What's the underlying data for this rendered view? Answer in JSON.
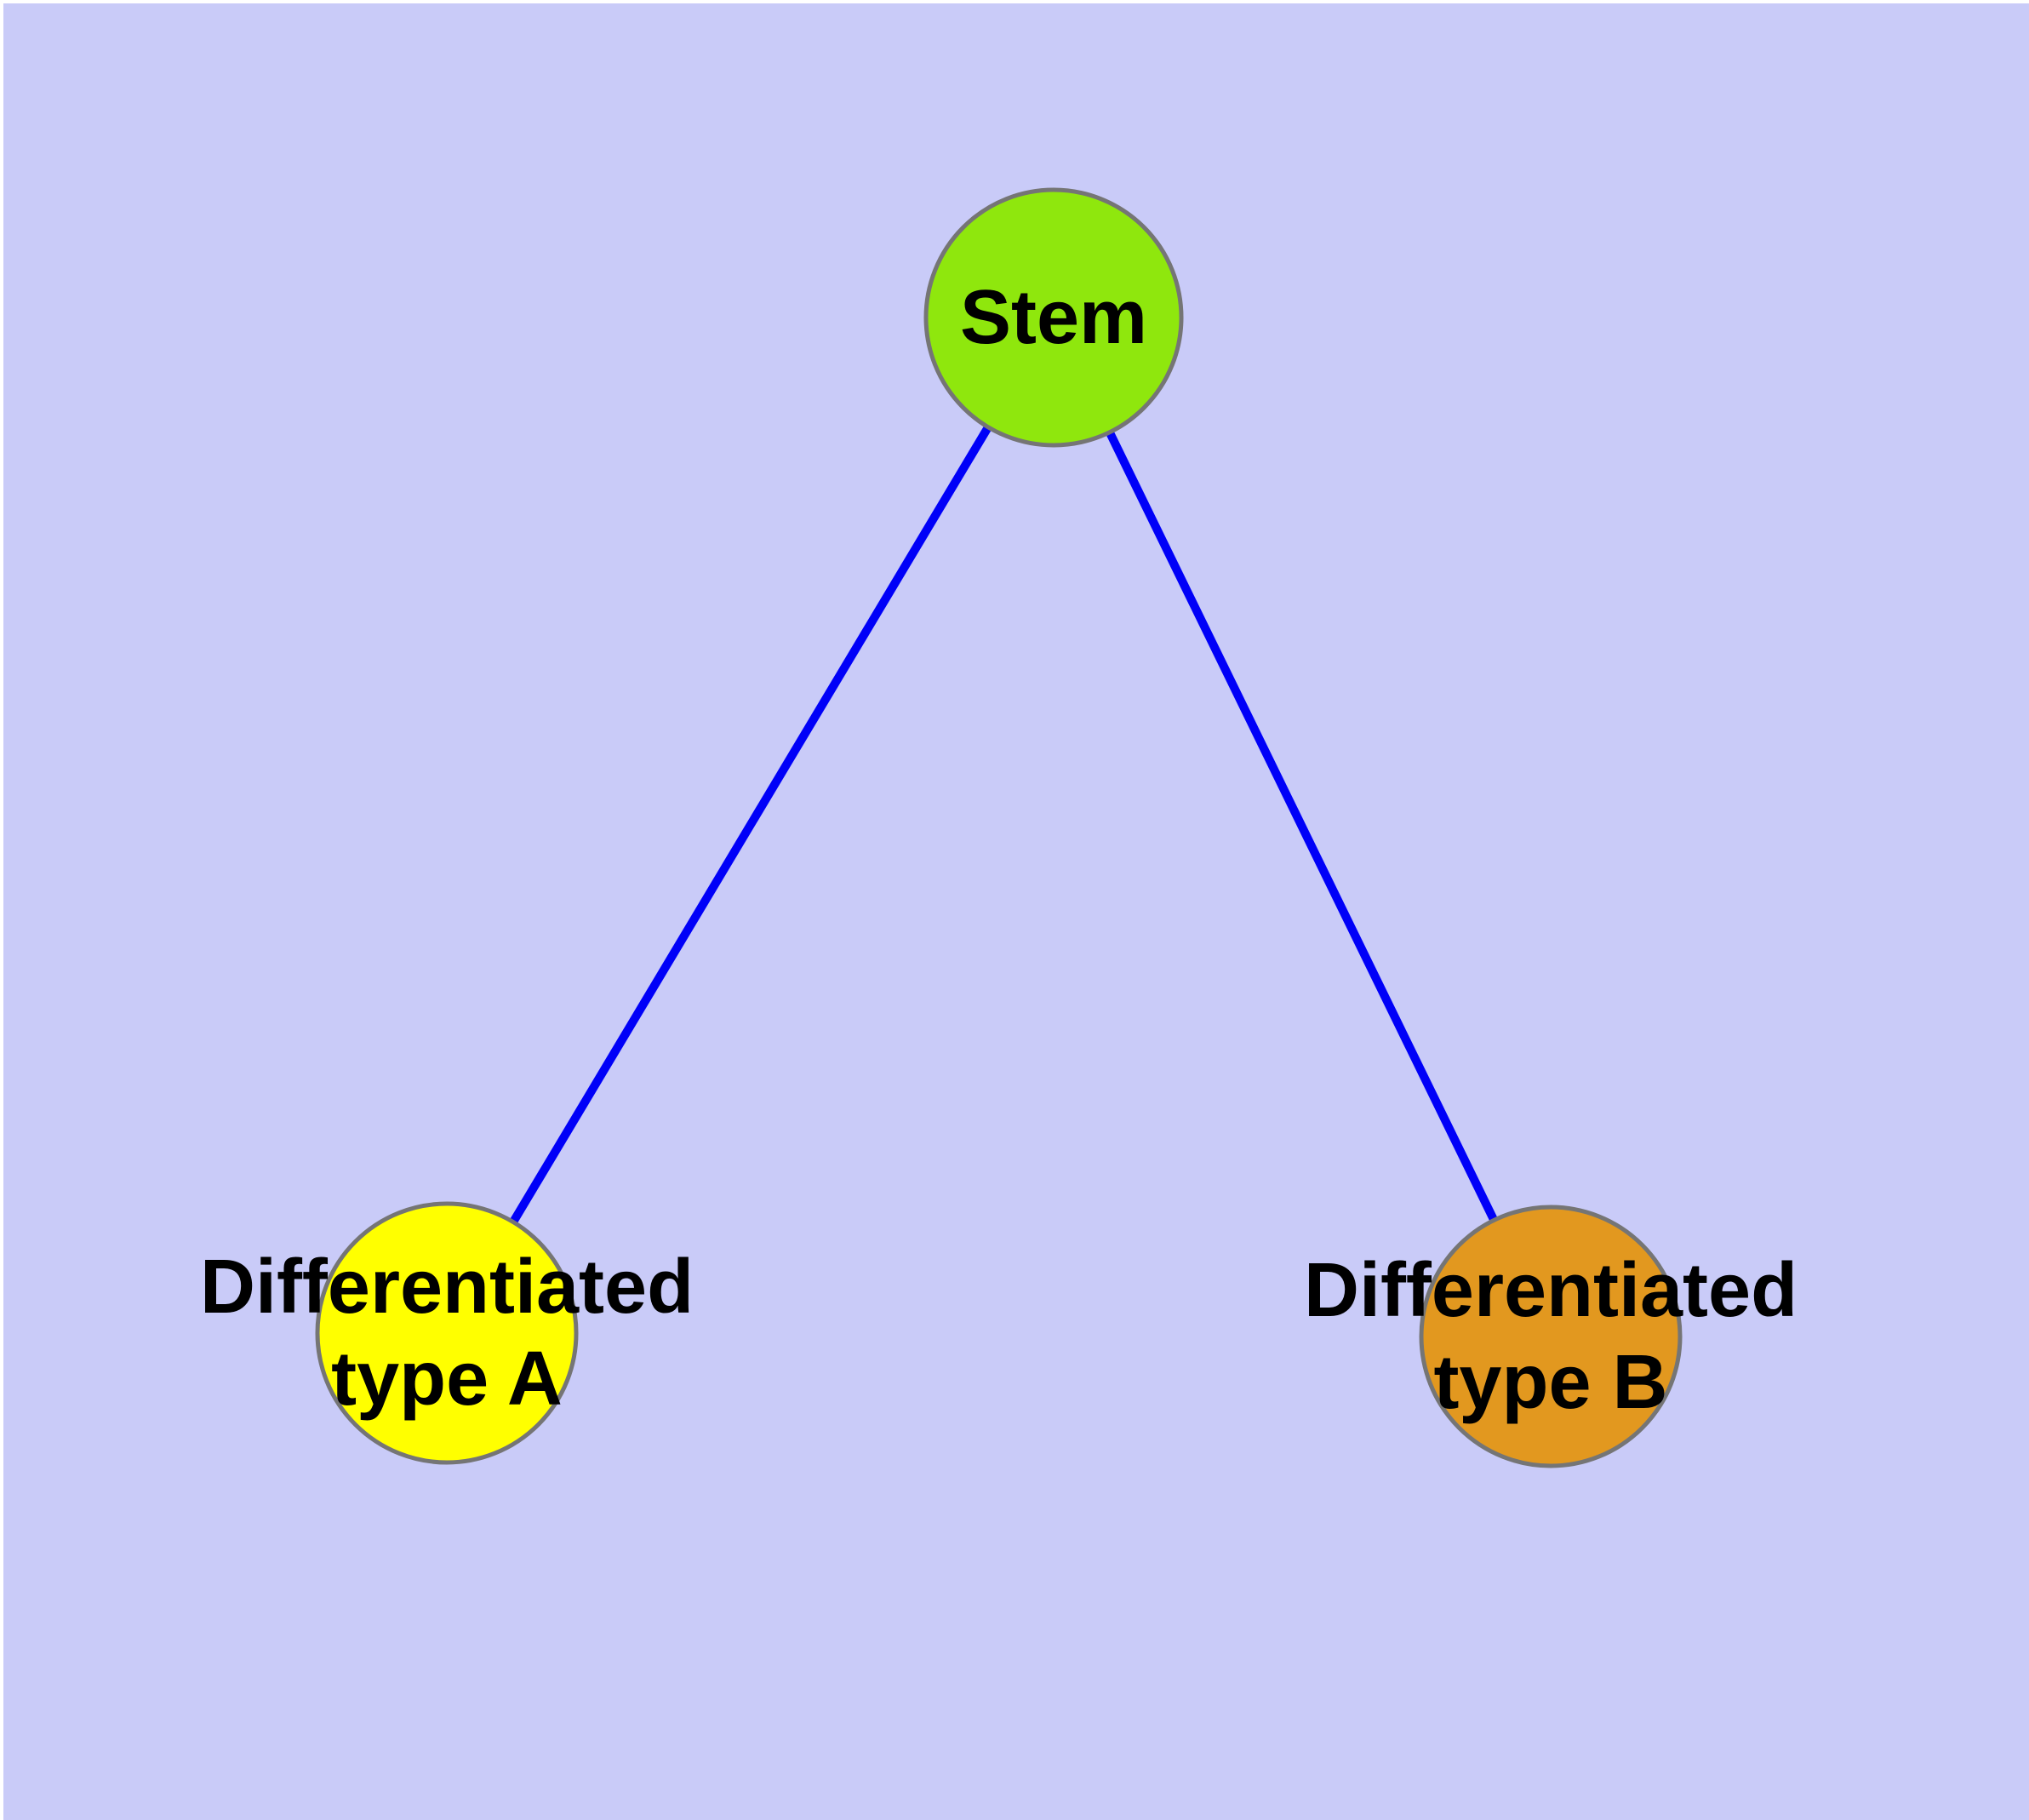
{
  "diagram": {
    "background_color": "#C9CBF8",
    "node_border_color": "#757575",
    "edge": {
      "color": "#0000F8",
      "width": 10
    },
    "nodes": {
      "stem": {
        "label": "Stem",
        "fill": "#8FE70D"
      },
      "type_a": {
        "label_line1": "Differentiated",
        "label_line2": "type A",
        "fill": "#FFFF00"
      },
      "type_b": {
        "label_line1": "Differentiated",
        "label_line2": "type B",
        "fill": "#E2981F"
      }
    },
    "edges": [
      {
        "from": "stem",
        "to": "type_a"
      },
      {
        "from": "stem",
        "to": "type_b"
      }
    ]
  }
}
